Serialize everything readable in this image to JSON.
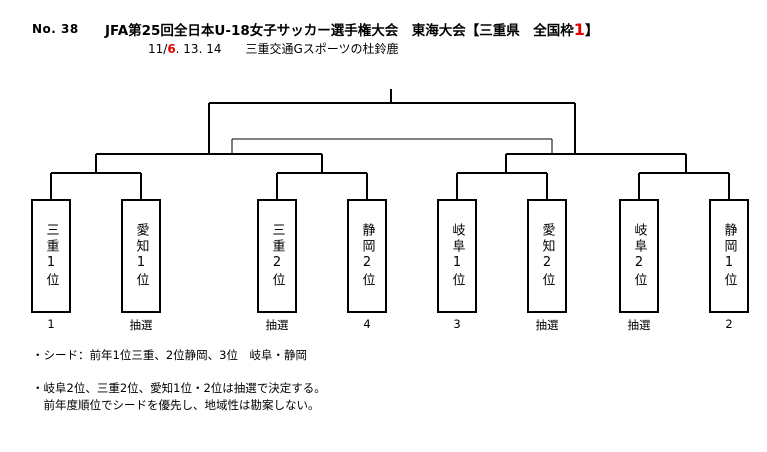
{
  "header": {
    "number": "No. 38",
    "title_prefix": "JFA第25回全日本U-18女子サッカー選手権大会　東海大会【三重県　全国枠",
    "title_count": "1",
    "title_suffix": "】",
    "date_prefix": "11/",
    "date_highlight": "6",
    "date_suffix": ". 13. 14　　三重交通Gスポーツの杜鈴鹿"
  },
  "teams": [
    {
      "name": "三重1位",
      "seed": "1"
    },
    {
      "name": "愛知1位",
      "seed": "抽選"
    },
    {
      "name": "三重2位",
      "seed": "抽選"
    },
    {
      "name": "静岡2位",
      "seed": "4"
    },
    {
      "name": "岐阜1位",
      "seed": "3"
    },
    {
      "name": "愛知2位",
      "seed": "抽選"
    },
    {
      "name": "岐阜2位",
      "seed": "抽選"
    },
    {
      "name": "静岡1位",
      "seed": "2"
    }
  ],
  "notes": {
    "seed_line": "・シード：前年1位三重、2位静岡、3位　岐阜・静岡",
    "lottery_line1": "・岐阜2位、三重2位、愛知1位・2位は抽選で決定する。",
    "lottery_line2": "　前年度順位でシードを優先し、地域性は勘案しない。"
  }
}
